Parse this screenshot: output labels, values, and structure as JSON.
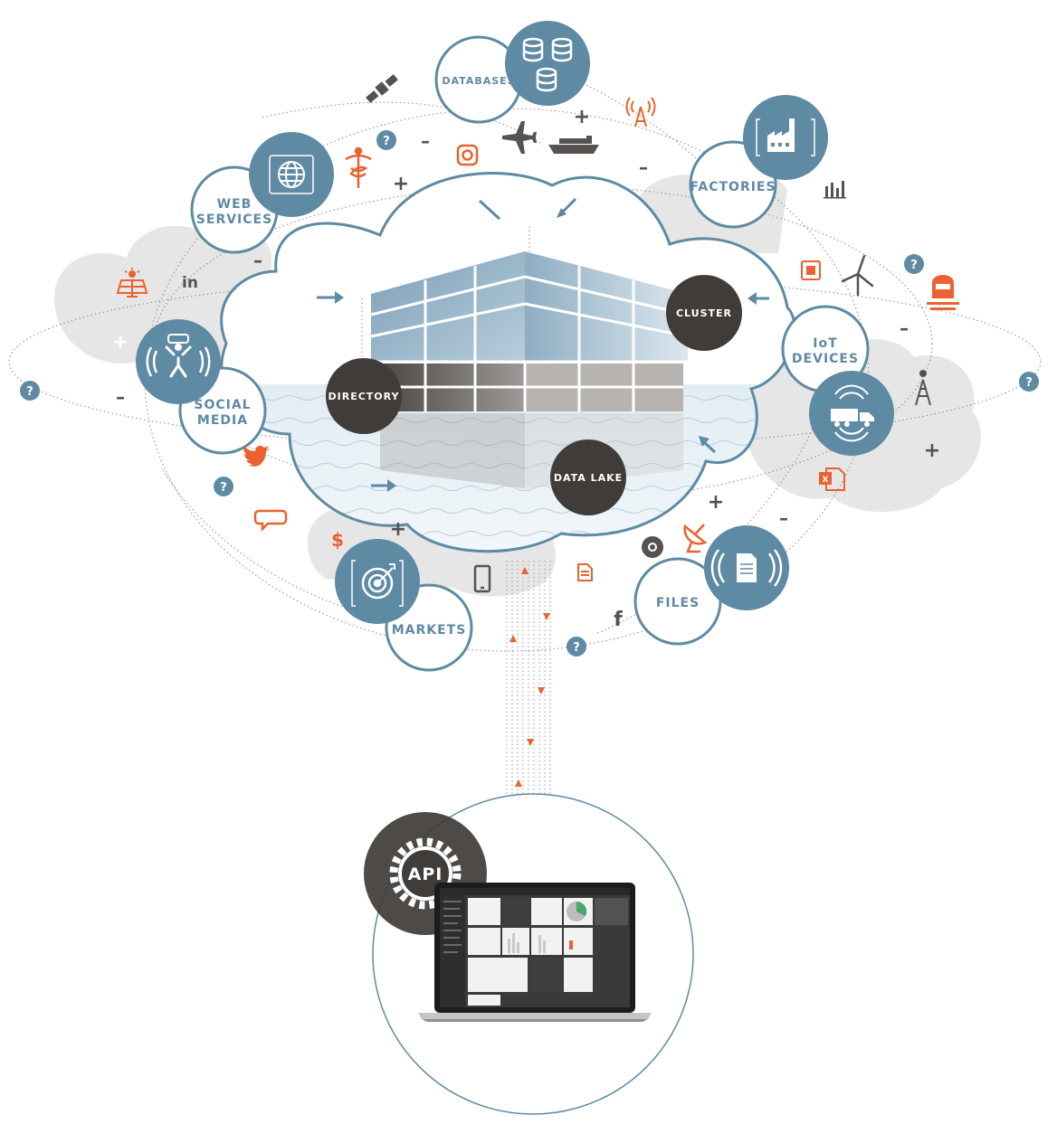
{
  "colors": {
    "blue": "#5f8aa3",
    "blue_dark": "#4e7890",
    "dark": "#403c39",
    "orange": "#e9622f",
    "gray_cloud": "#e7e7e7",
    "icon_gray": "#55524f"
  },
  "nodes": {
    "databases": "DATABASES",
    "web_services_1": "WEB",
    "web_services_2": "SERVICES",
    "factories": "FACTORIES",
    "iot_1": "IoT",
    "iot_2": "DEVICES",
    "social_1": "SOCIAL",
    "social_2": "MEDIA",
    "markets": "MARKETS",
    "files": "FILES"
  },
  "core": {
    "cluster": "CLUSTER",
    "directory": "DIRECTORY",
    "data_lake": "DATA LAKE"
  },
  "api": {
    "label": "API"
  },
  "symbols": {
    "plus": "+",
    "minus": "–",
    "question": "?",
    "dollar": "$",
    "linkedin": "in",
    "facebook": "f"
  },
  "icons": [
    "satellite-icon",
    "airplane-icon",
    "cargo-ship-icon",
    "instagram-icon",
    "caduceus-icon",
    "radio-tower-icon",
    "bar-chart-icon",
    "chip-icon",
    "wind-turbine-icon",
    "train-icon",
    "oil-derrick-icon",
    "excel-file-icon",
    "satellite-dish-icon",
    "chrome-icon",
    "document-icon",
    "mobile-phone-icon",
    "speech-bubble-icon",
    "twitter-icon",
    "linkedin-icon",
    "solar-panel-icon",
    "dollar-icon",
    "facebook-icon",
    "database-icon",
    "globe-icon",
    "factory-icon",
    "truck-icon",
    "person-icon",
    "target-icon",
    "files-icon",
    "gear-icon",
    "laptop-icon"
  ]
}
